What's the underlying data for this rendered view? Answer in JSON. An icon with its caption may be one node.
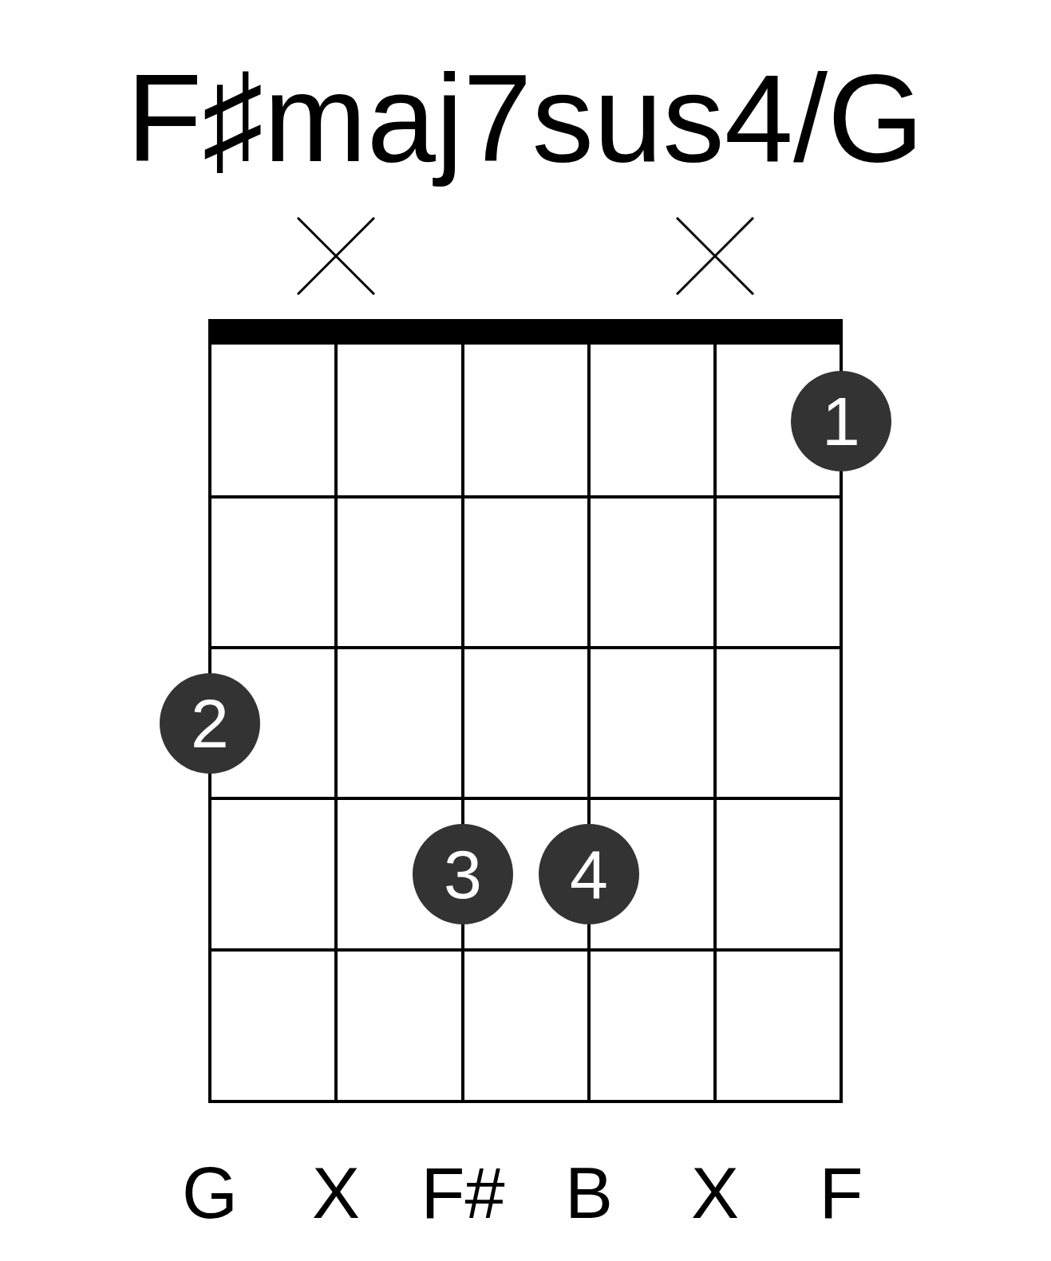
{
  "diagram": {
    "title": "F♯maj7sus4/G",
    "nodes": [
      {
        "text": [
          "1"
        ]
      },
      {
        "text": [
          "2"
        ]
      },
      {
        "text": [
          "3"
        ]
      },
      {
        "text": [
          "4"
        ]
      }
    ],
    "labels": [
      "G",
      "X",
      "F#",
      "B",
      "X",
      "F"
    ]
  }
}
